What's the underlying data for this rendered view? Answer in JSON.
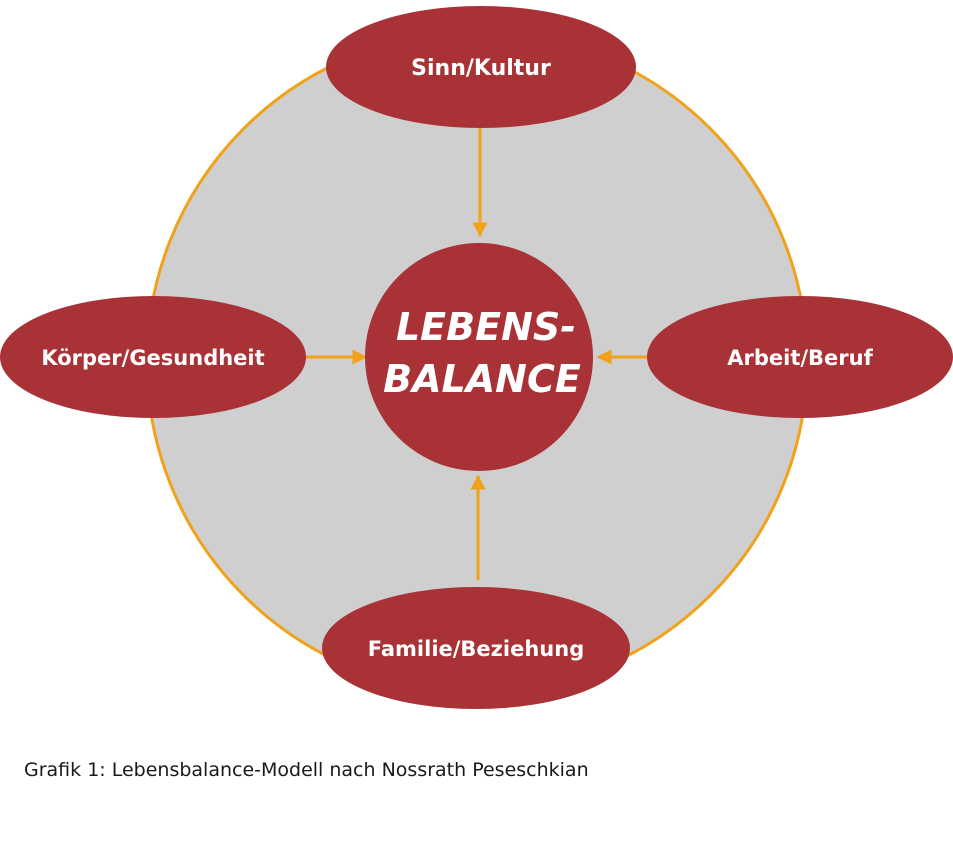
{
  "diagram": {
    "center": {
      "line1": "LEBENS-",
      "line2": "BALANCE"
    },
    "nodes": {
      "top": "Sinn/Kultur",
      "left": "Körper/Gesundheit",
      "right": "Arbeit/Beruf",
      "bottom": "Familie/Beziehung"
    }
  },
  "caption": "Grafik 1:  Lebensbalance-Modell nach Nossrath Peseschkian",
  "colors": {
    "node_fill": "#a83236",
    "outer_circle_fill": "#cfcfd0",
    "outer_circle_stroke": "#f0a21a",
    "arrow": "#f0a21a",
    "label_text": "#ffffff"
  }
}
